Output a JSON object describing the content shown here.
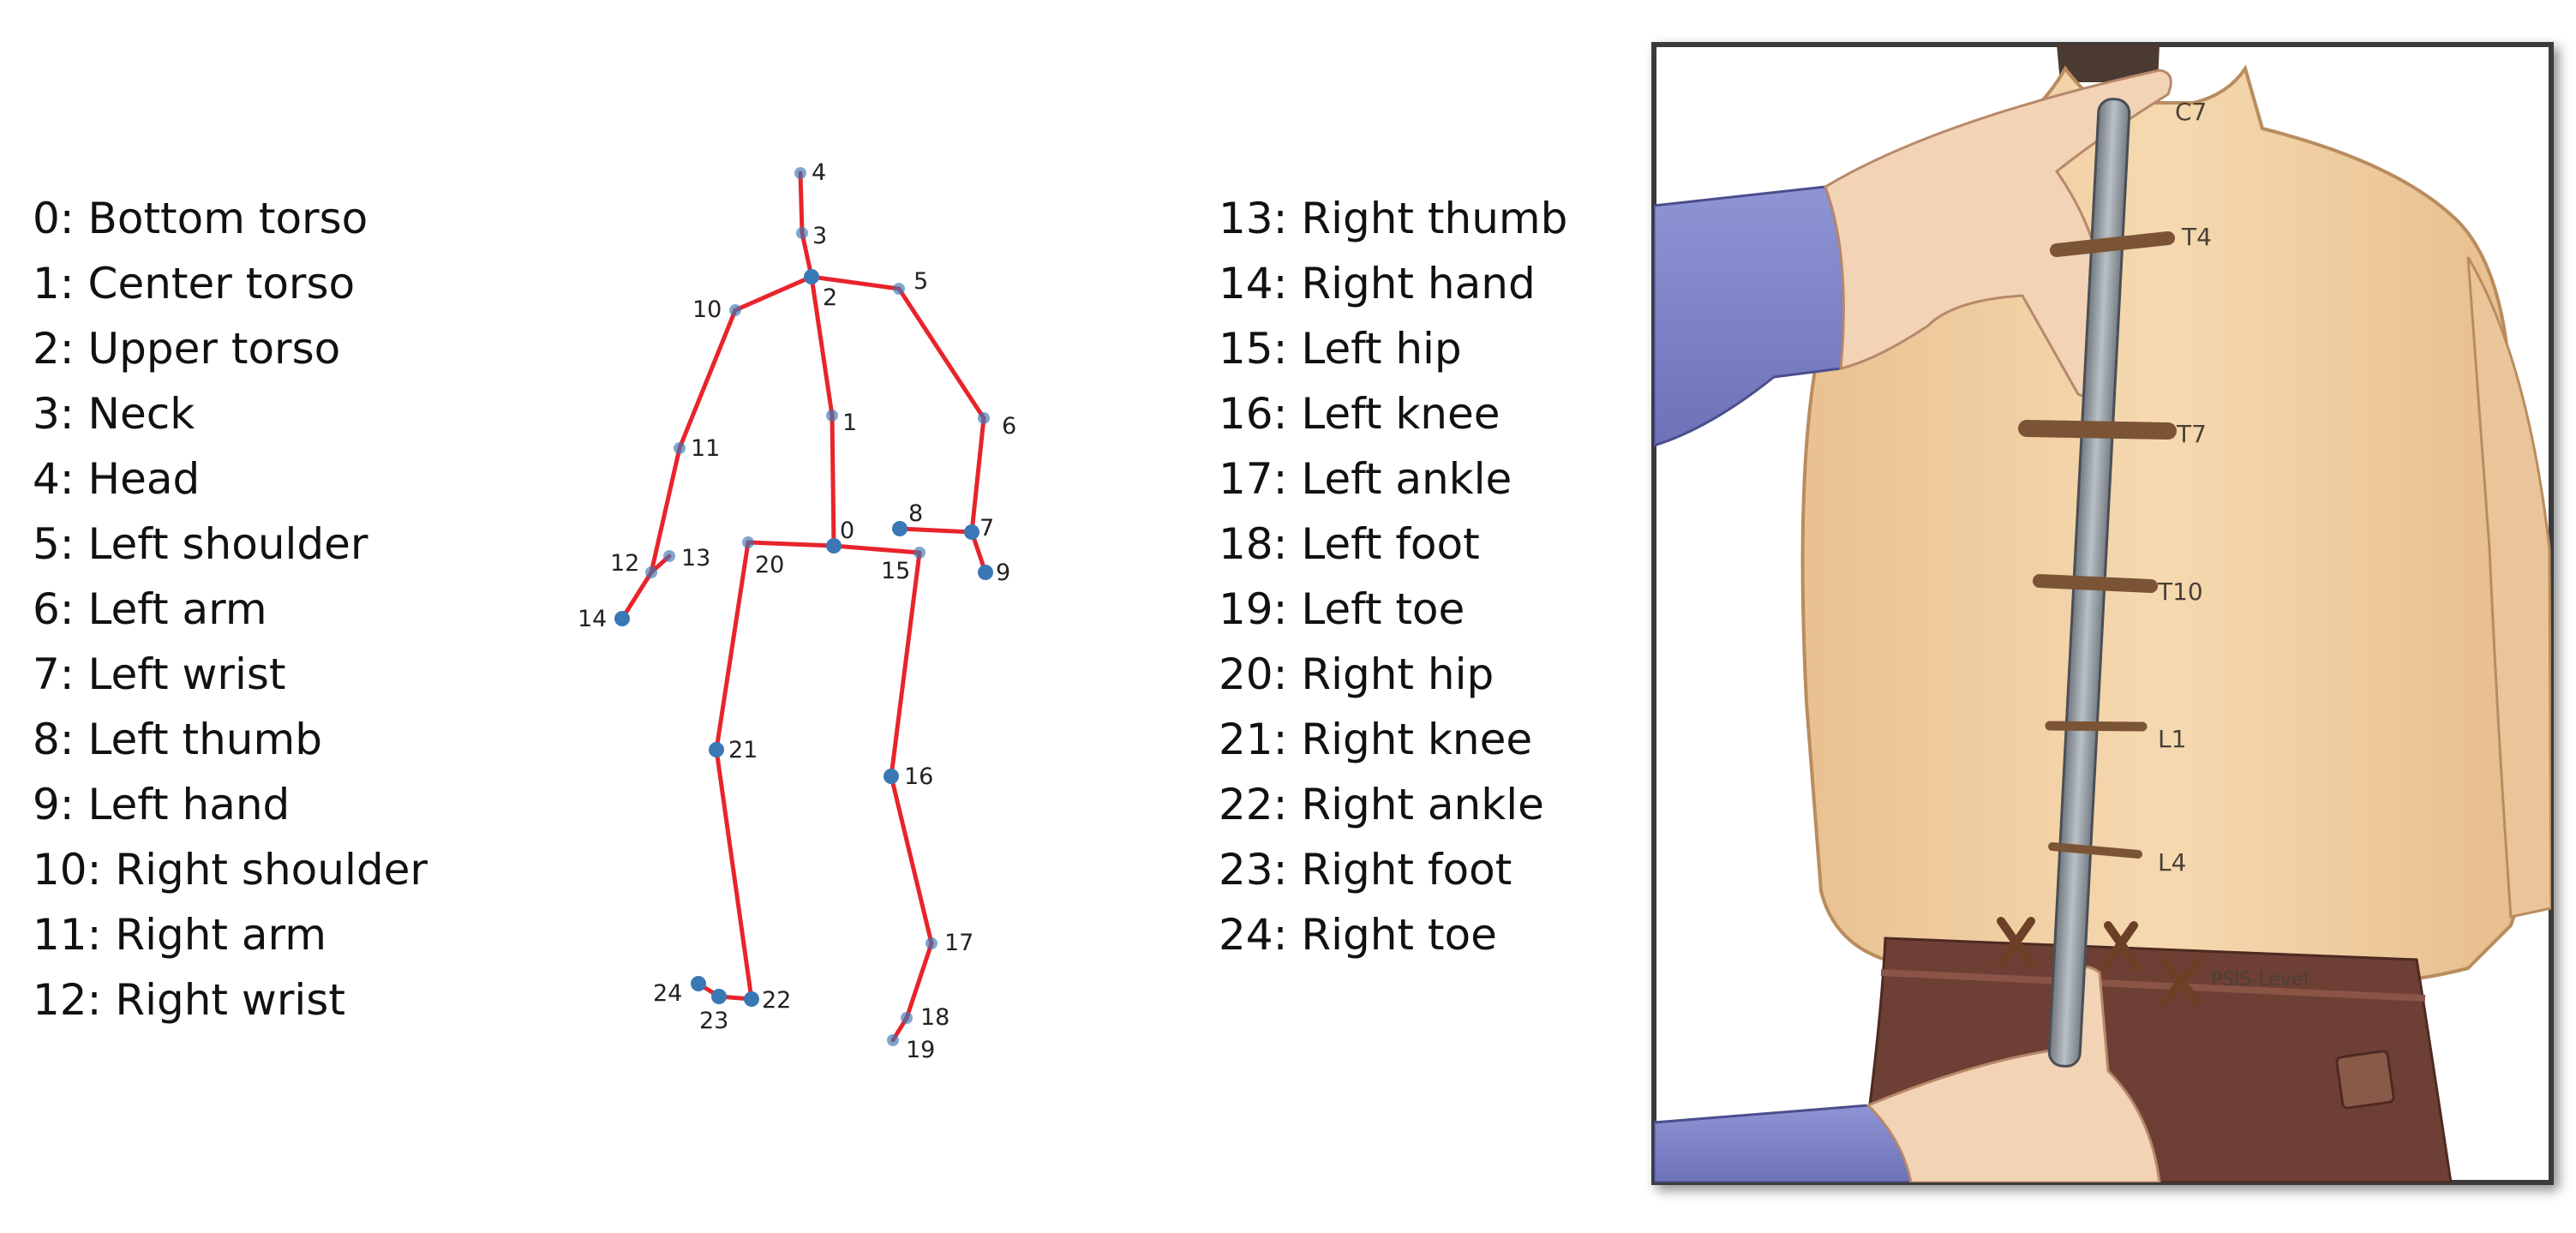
{
  "legend_left": [
    "0: Bottom torso",
    "1: Center torso",
    "2: Upper torso",
    "3: Neck",
    "4: Head",
    "5: Left shoulder",
    "6: Left arm",
    "7: Left wrist",
    "8: Left thumb",
    "9: Left hand",
    "10: Right shoulder",
    "11: Right arm",
    "12: Right wrist"
  ],
  "legend_right": [
    "13: Right thumb",
    "14: Right hand",
    "15: Left hip",
    "16: Left knee",
    "17: Left ankle",
    "18: Left foot",
    "19: Left toe",
    "20: Right hip",
    "21: Right knee",
    "22: Right ankle",
    "23: Right foot",
    "24: Right toe"
  ],
  "skeleton": {
    "joints": [
      {
        "id": "0",
        "label": "0"
      },
      {
        "id": "1",
        "label": "1"
      },
      {
        "id": "2",
        "label": "2"
      },
      {
        "id": "3",
        "label": "3"
      },
      {
        "id": "4",
        "label": "4"
      },
      {
        "id": "5",
        "label": "5"
      },
      {
        "id": "6",
        "label": "6"
      },
      {
        "id": "7",
        "label": "7"
      },
      {
        "id": "8",
        "label": "8"
      },
      {
        "id": "9",
        "label": "9"
      },
      {
        "id": "10",
        "label": "10"
      },
      {
        "id": "11",
        "label": "11"
      },
      {
        "id": "12",
        "label": "12"
      },
      {
        "id": "13",
        "label": "13"
      },
      {
        "id": "14",
        "label": "14"
      },
      {
        "id": "15",
        "label": "15"
      },
      {
        "id": "16",
        "label": "16"
      },
      {
        "id": "17",
        "label": "17"
      },
      {
        "id": "18",
        "label": "18"
      },
      {
        "id": "19",
        "label": "19"
      },
      {
        "id": "20",
        "label": "20"
      },
      {
        "id": "21",
        "label": "21"
      },
      {
        "id": "22",
        "label": "22"
      },
      {
        "id": "23",
        "label": "23"
      },
      {
        "id": "24",
        "label": "24"
      }
    ],
    "bones": [
      [
        4,
        3
      ],
      [
        3,
        2
      ],
      [
        2,
        1
      ],
      [
        1,
        0
      ],
      [
        2,
        5
      ],
      [
        5,
        6
      ],
      [
        6,
        7
      ],
      [
        7,
        9
      ],
      [
        7,
        8
      ],
      [
        2,
        10
      ],
      [
        10,
        11
      ],
      [
        11,
        12
      ],
      [
        12,
        13
      ],
      [
        12,
        14
      ],
      [
        0,
        15
      ],
      [
        0,
        20
      ],
      [
        15,
        16
      ],
      [
        16,
        17
      ],
      [
        17,
        18
      ],
      [
        18,
        19
      ],
      [
        20,
        21
      ],
      [
        21,
        22
      ],
      [
        22,
        23
      ],
      [
        23,
        24
      ]
    ],
    "bone_color": "#e8242b",
    "joint_color": "#3a78b5"
  },
  "illustration": {
    "vertebra_labels": [
      "C7",
      "T4",
      "T7",
      "T10",
      "L1",
      "L4"
    ],
    "psis_label": "PSIS-Level"
  }
}
